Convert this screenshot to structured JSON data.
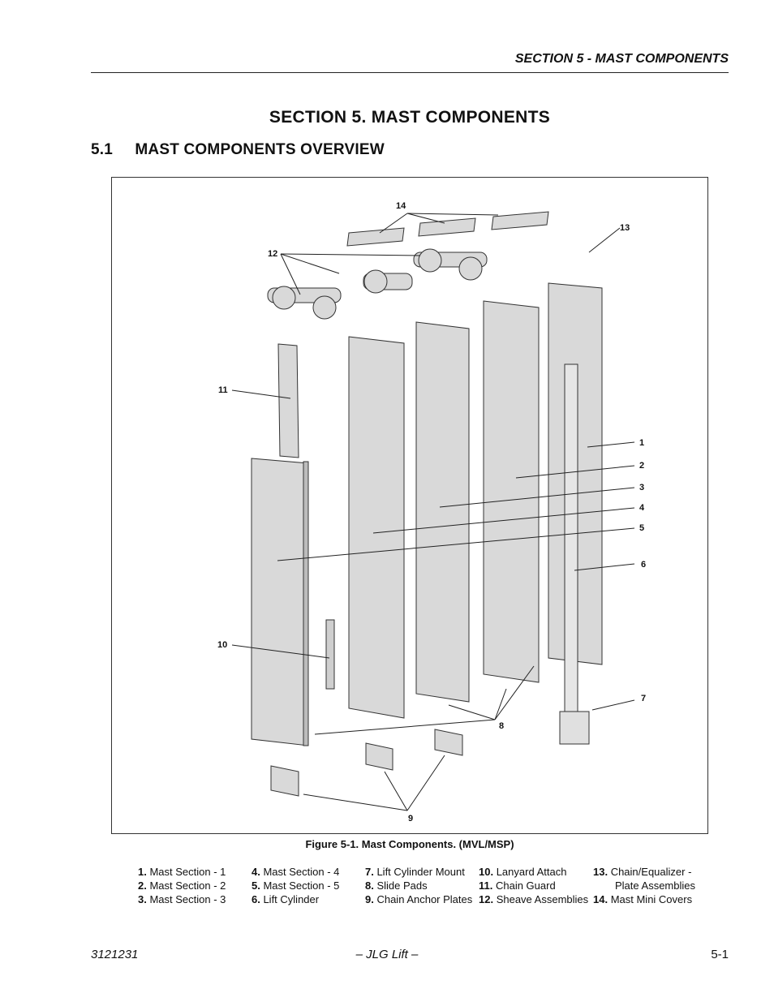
{
  "header": {
    "running_title": "SECTION 5 - MAST COMPONENTS"
  },
  "section_title": "SECTION 5.  MAST COMPONENTS",
  "subsection_title": "5.1     MAST COMPONENTS OVERVIEW",
  "figure": {
    "caption": "Figure 5-1.  Mast Components. (MVL/MSP)",
    "callouts": [
      "1",
      "2",
      "3",
      "4",
      "5",
      "6",
      "7",
      "8",
      "9",
      "10",
      "11",
      "12",
      "13",
      "14"
    ]
  },
  "legend": {
    "col1": [
      {
        "num": "1.",
        "text": " Mast Section - 1"
      },
      {
        "num": "2.",
        "text": " Mast Section - 2"
      },
      {
        "num": "3.",
        "text": " Mast Section - 3"
      }
    ],
    "col2": [
      {
        "num": "4.",
        "text": " Mast Section - 4"
      },
      {
        "num": "5.",
        "text": " Mast Section - 5"
      },
      {
        "num": "6.",
        "text": " Lift Cylinder"
      }
    ],
    "col3": [
      {
        "num": "7.",
        "text": " Lift Cylinder Mount"
      },
      {
        "num": "8.",
        "text": " Slide Pads"
      },
      {
        "num": "9.",
        "text": " Chain Anchor Plates"
      }
    ],
    "col4": [
      {
        "num": "10.",
        "text": " Lanyard Attach"
      },
      {
        "num": "11.",
        "text": " Chain Guard"
      },
      {
        "num": "12.",
        "text": " Sheave Assemblies"
      }
    ],
    "col5": [
      {
        "num": "13.",
        "text": " Chain/Equalizer -"
      },
      {
        "num": "",
        "text": "Plate Assemblies"
      },
      {
        "num": "14.",
        "text": " Mast Mini Covers"
      }
    ]
  },
  "footer": {
    "doc_number": "3121231",
    "center": "– JLG Lift –",
    "page": "5-1"
  }
}
